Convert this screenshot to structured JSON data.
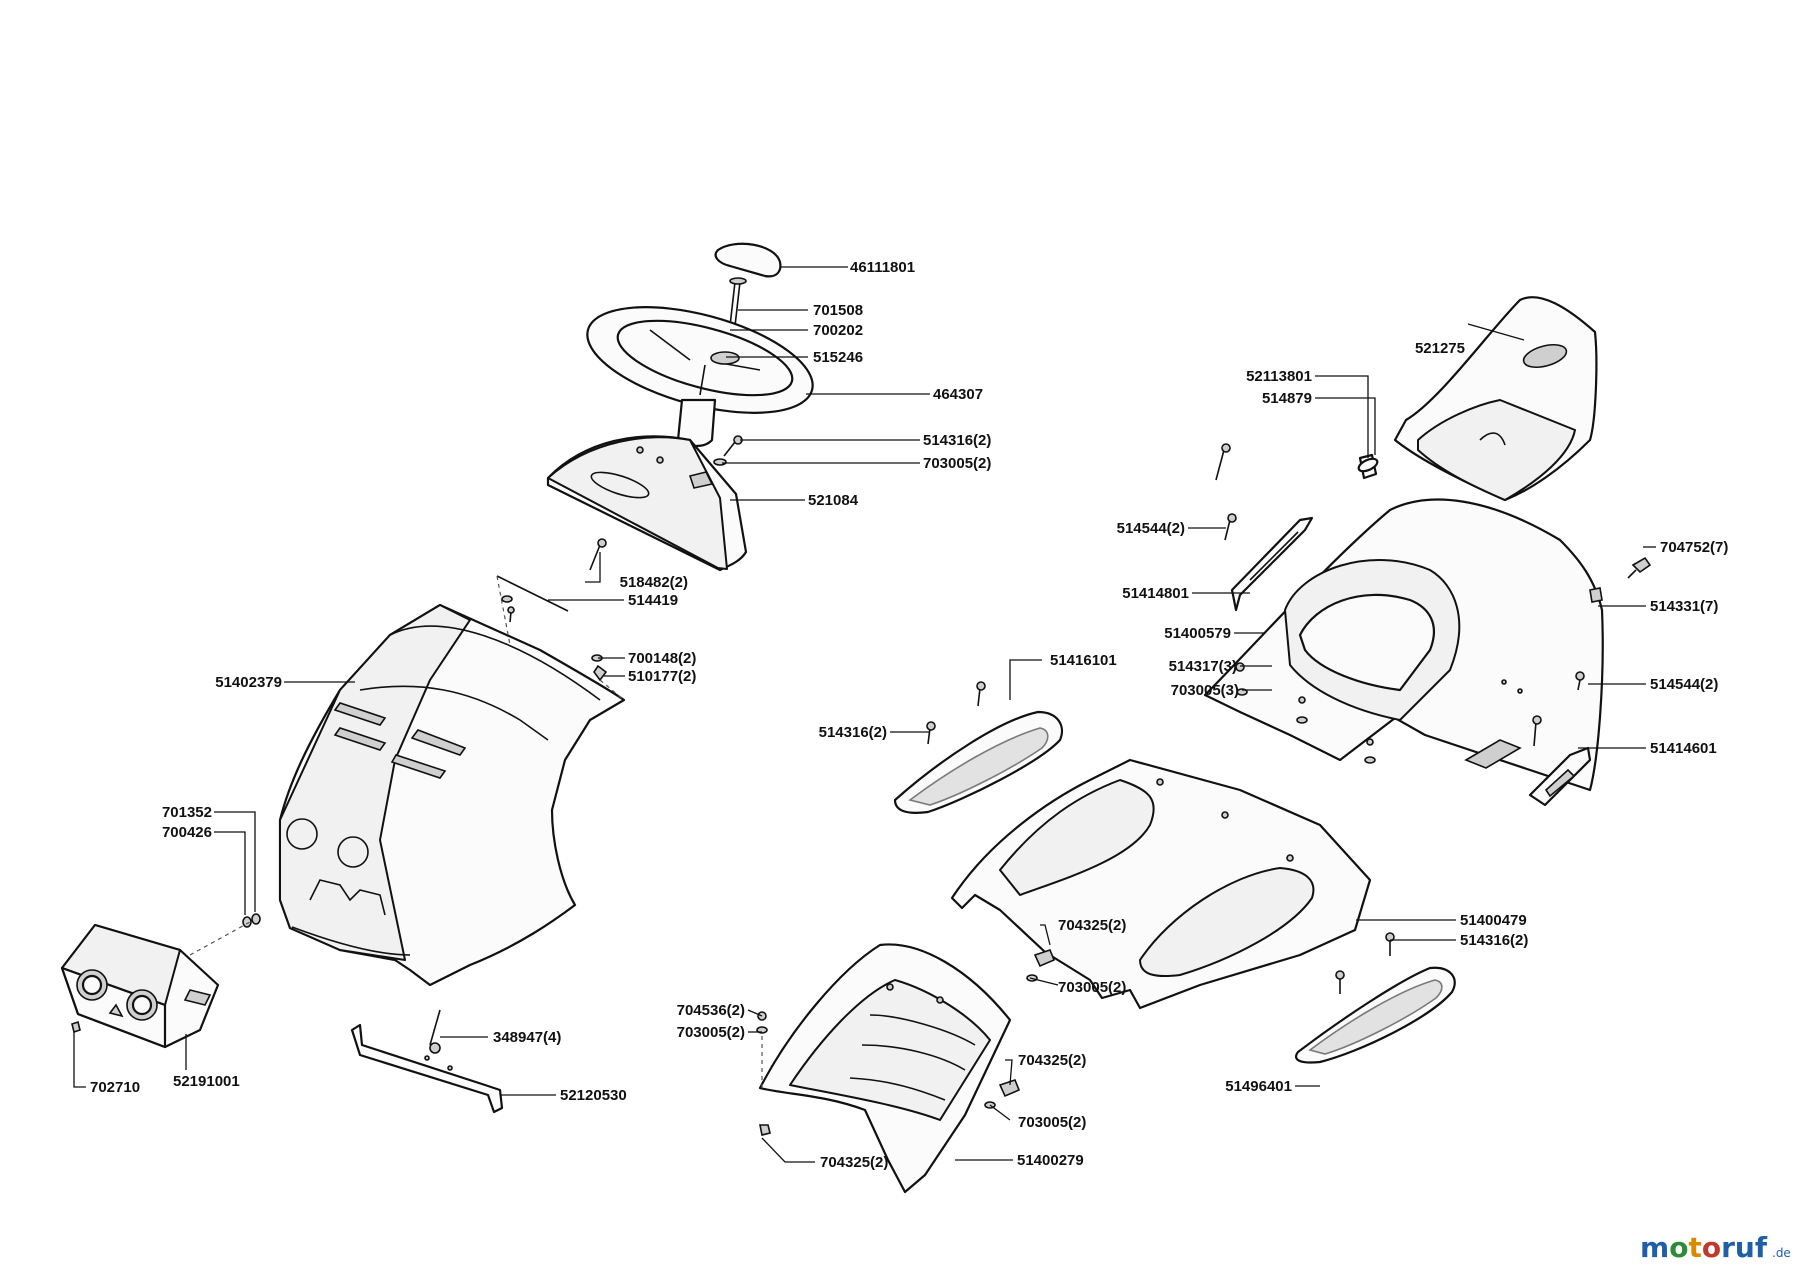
{
  "logo": {
    "text_m1": "m",
    "text_o1": "o",
    "text_t": "t",
    "text_o2": "o",
    "text_r": "r",
    "text_u": "u",
    "text_f": "f",
    "text_de": ".de",
    "colors": {
      "m": "#1f5fa8",
      "o1": "#2e8b3a",
      "t": "#d98a00",
      "o2": "#c0392b",
      "rest": "#1f5fa8"
    }
  },
  "labels": {
    "p46111801": "46111801",
    "p701508": "701508",
    "p700202": "700202",
    "p515246": "515246",
    "p464307": "464307",
    "p514316_2a": "514316(2)",
    "p703005_2a": "703005(2)",
    "p521084": "521084",
    "p518482_2": "518482(2)",
    "p514419": "514419",
    "p700148_2": "700148(2)",
    "p510177_2": "510177(2)",
    "p51402379": "51402379",
    "p701352": "701352",
    "p700426": "700426",
    "p702710": "702710",
    "p52191001": "52191001",
    "p348947_4": "348947(4)",
    "p52120530": "52120530",
    "p521275": "521275",
    "p52113801": "52113801",
    "p514879": "514879",
    "p514544_2a": "514544(2)",
    "p51414801": "51414801",
    "p51400579": "51400579",
    "p704752_7": "704752(7)",
    "p514331_7": "514331(7)",
    "p514544_2b": "514544(2)",
    "p51414601": "51414601",
    "p514317_3": "514317(3)",
    "p703005_3": "703005(3)",
    "p51416101": "51416101",
    "p514316_2b": "514316(2)",
    "p51400479": "51400479",
    "p514316_2c": "514316(2)",
    "p51496401": "51496401",
    "p704325_2a": "704325(2)",
    "p703005_2b": "703005(2)",
    "p704536_2": "704536(2)",
    "p703005_2c": "703005(2)",
    "p704325_2b": "704325(2)",
    "p703005_2d": "703005(2)",
    "p704325_2c": "704325(2)",
    "p51400279": "51400279"
  }
}
